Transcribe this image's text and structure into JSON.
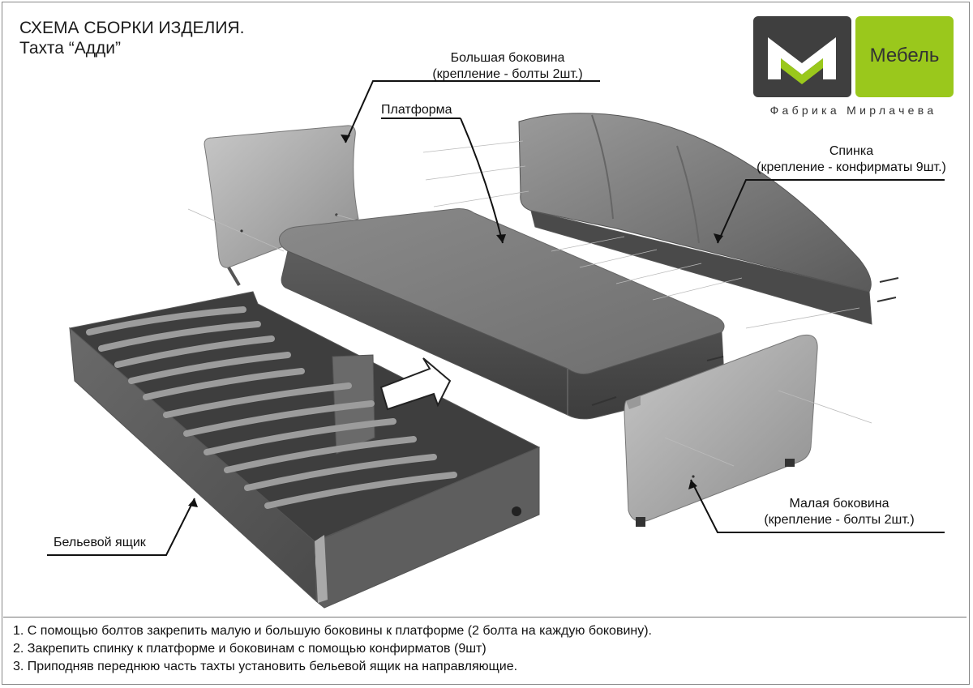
{
  "header": {
    "title_line1": "СХЕМА СБОРКИ ИЗДЕЛИЯ.",
    "title_line2": "Тахта  “Адди”"
  },
  "logo": {
    "brand": "Мебель",
    "subtitle": "Фабрика Мирлачева",
    "colors": {
      "dark": "#3f3f3f",
      "green": "#9ac81c"
    }
  },
  "labels": {
    "large_side_name": "Большая боковина",
    "large_side_mount": "(крепление - болты 2шт.)",
    "platform": "Платформа",
    "backrest_name": "Спинка",
    "backrest_mount": "(крепление - конфирматы 9шт.)",
    "small_side_name": "Малая боковина",
    "small_side_mount": "(крепление - болты 2шт.)",
    "drawer": "Бельевой ящик"
  },
  "instructions": [
    "1.  С помощью болтов закрепить малую и большую боковины к платформе (2 болта на каждую боковину).",
    "2. Закрепить спинку к платформе и боковинам с помощью конфирматов (9шт)",
    "3. Приподняв переднюю часть тахты установить бельевой ящик на направляющие."
  ]
}
